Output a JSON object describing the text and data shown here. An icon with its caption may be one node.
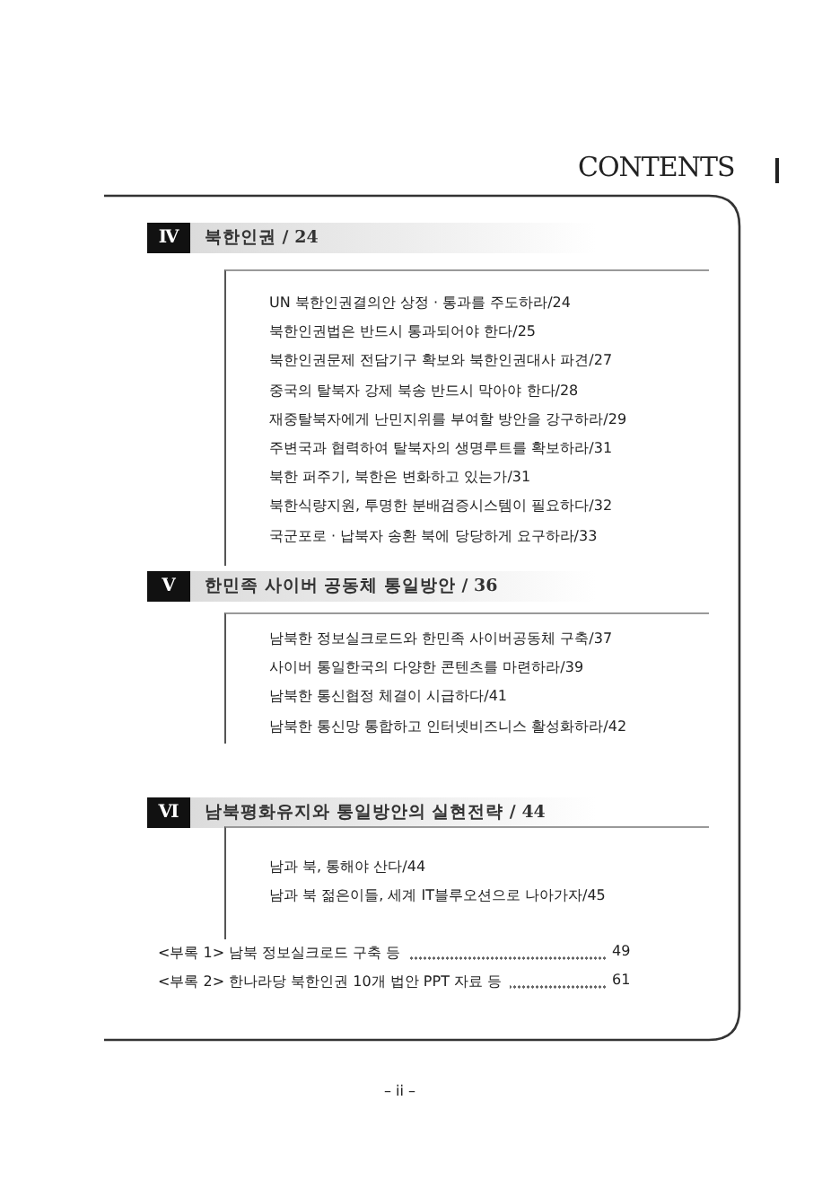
{
  "diagram": {
    "title": "CONTENTS",
    "nodes": [
      {
        "text": [
          "Ⅳ",
          "북한인권 / 24"
        ]
      },
      {
        "text": [
          "UN 북한인권결의안 상정 · 통과를 주도하라/24",
          "북한인권법은 반드시 통과되어야 한다/25",
          "북한인권문제 전담기구 확보와 북한인권대사 파견/27",
          "중국의 탈북자 강제 북송 반드시 막아야 한다/28",
          "재중탈북자에게 난민지위를 부여할 방안을 강구하라/29",
          "주변국과 협력하여 탈북자의 생명루트를 확보하라/31",
          "북한 퍼주기, 북한은 변화하고 있는가/31",
          "북한식량지원, 투명한 분배검증시스템이 필요하다/32",
          "국군포로 · 납북자 송환 북에 당당하게 요구하라/33"
        ]
      },
      {
        "text": [
          "Ⅴ",
          "한민족 사이버 공동체 통일방안 / 36"
        ]
      },
      {
        "text": [
          "남북한 정보실크로드와 한민족 사이버공동체 구축/37",
          "사이버 통일한국의 다양한 콘텐츠를 마련하라/39",
          "남북한 통신협정 체결이 시급하다/41",
          "남북한 통신망 통합하고 인터넷비즈니스 활성화하라/42"
        ]
      },
      {
        "text": [
          "Ⅵ",
          "남북평화유지와 통일방안의 실현전략 / 44"
        ]
      },
      {
        "text": [
          "남과 북, 통해야 산다/44",
          "남과 북 젊은이들, 세계 IT블루오션으로 나아가자/45"
        ]
      }
    ],
    "labels": [
      "<부록 1> 남북 정보실크로드 구축 등",
      "49",
      "<부록 2> 한나라당 북한인권 10개 법안 PPT 자료 등",
      "61",
      "– ii –"
    ]
  }
}
